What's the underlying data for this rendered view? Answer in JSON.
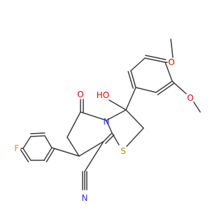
{
  "structure": {
    "atoms": [
      {
        "id": "ring-oxygen",
        "text": "O",
        "color": "#e00000"
      },
      {
        "id": "hydroxyl",
        "text": "HO",
        "color": "#e00000"
      },
      {
        "id": "ring-nitrogen",
        "text": "N",
        "color": "#2b35d8"
      },
      {
        "id": "ring-sulfur",
        "text": "S",
        "color": "#a89500"
      },
      {
        "id": "nitrile-nitrogen",
        "text": "N",
        "color": "#2b35d8"
      },
      {
        "id": "fluorine",
        "text": "F",
        "color": "#d4a000"
      },
      {
        "id": "methoxy-oxygen-top",
        "text": "O",
        "color": "#e00000"
      },
      {
        "id": "methoxy-oxygen-side",
        "text": "O",
        "color": "#e00000"
      }
    ]
  }
}
